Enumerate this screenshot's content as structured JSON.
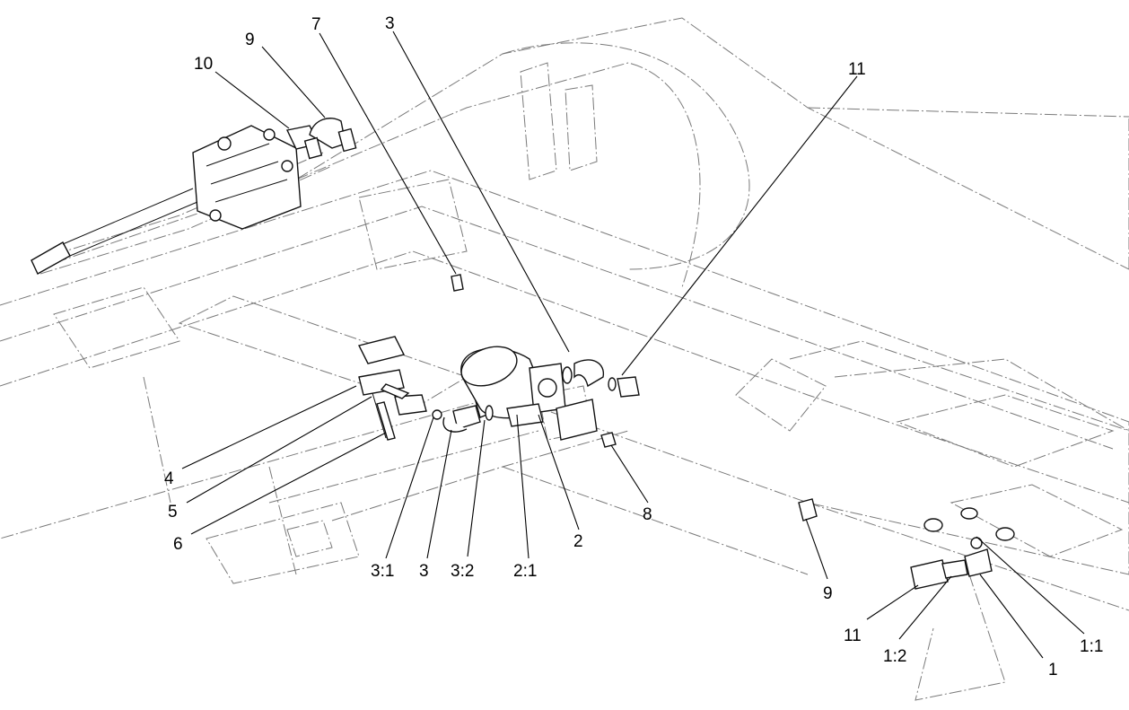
{
  "callouts": {
    "c10": "10",
    "c9_top": "9",
    "c7": "7",
    "c3_top": "3",
    "c11_top": "11",
    "c4": "4",
    "c5": "5",
    "c6": "6",
    "c3_1": "3:1",
    "c3_bottom": "3",
    "c3_2": "3:2",
    "c2_1": "2:1",
    "c2": "2",
    "c8": "8",
    "c9_bottom": "9",
    "c11_bottom": "11",
    "c1_2": "1:2",
    "c1": "1",
    "c1_1": "1:1"
  }
}
